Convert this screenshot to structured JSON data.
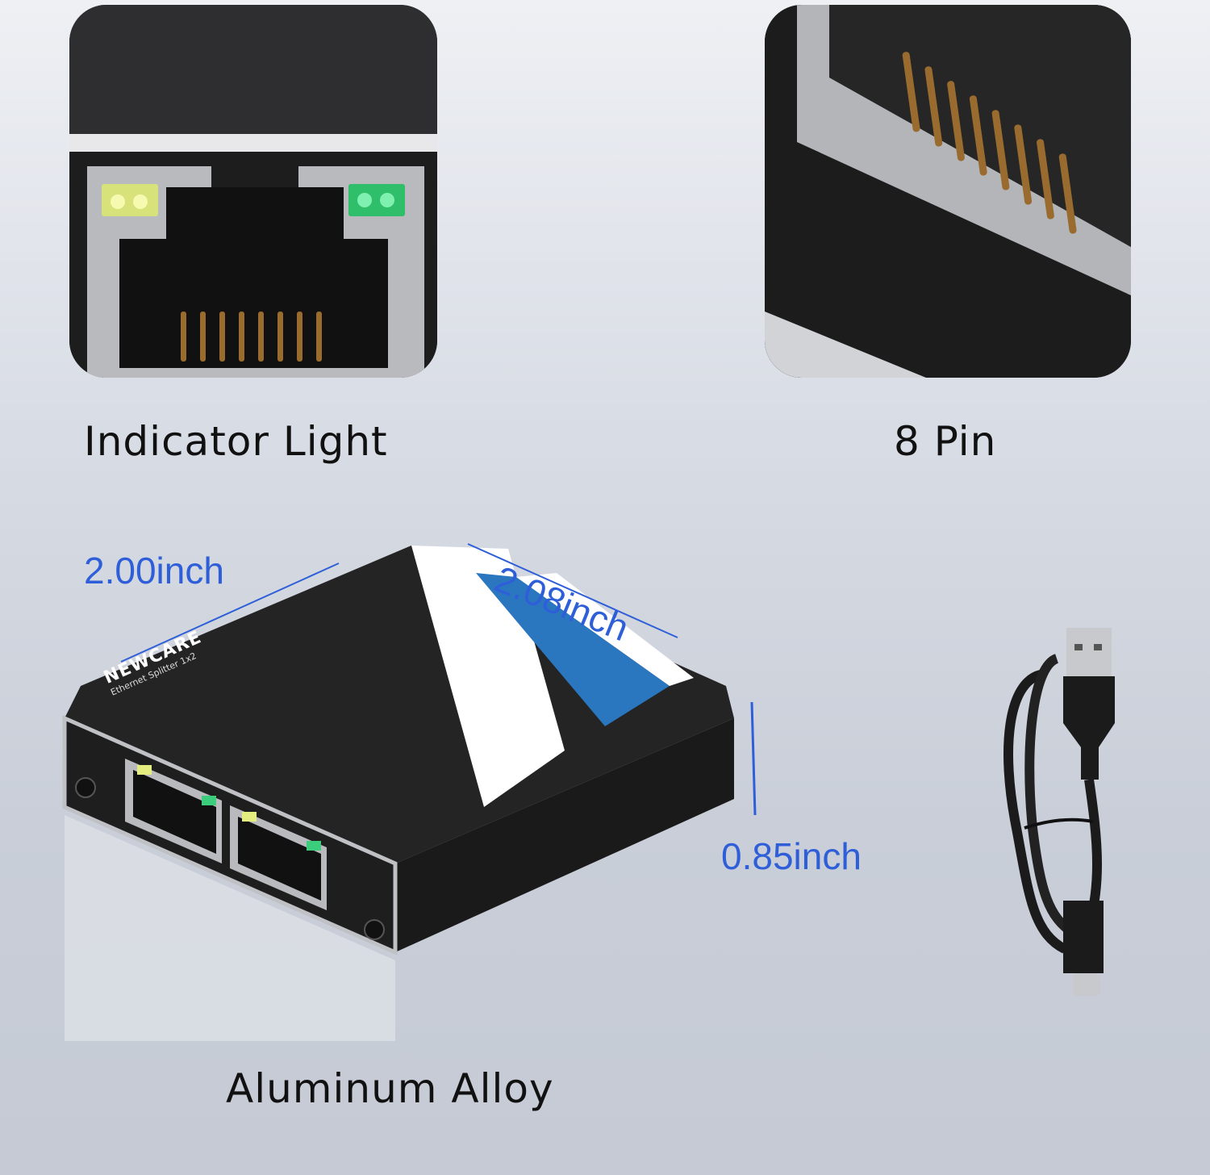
{
  "panels": {
    "indicator": {
      "caption": "Indicator Light",
      "led_left_color": "#e8f27a",
      "led_right_color": "#37d17a",
      "pin_count": 8
    },
    "pins": {
      "caption": "8 Pin",
      "pin_count": 8
    }
  },
  "product": {
    "brand": "NEWCARE",
    "model_text": "Ethernet Splitter 1x2",
    "material_caption": "Aluminum Alloy",
    "body_color": "#1e1e1f",
    "accent_blue": "#2a76bf",
    "dimensions": {
      "width": "2.00inch",
      "depth": "2.08inch",
      "height": "0.85inch"
    },
    "dimension_color": "#2f5fd8"
  },
  "accessory": {
    "name": "USB-A to USB-C cable"
  }
}
